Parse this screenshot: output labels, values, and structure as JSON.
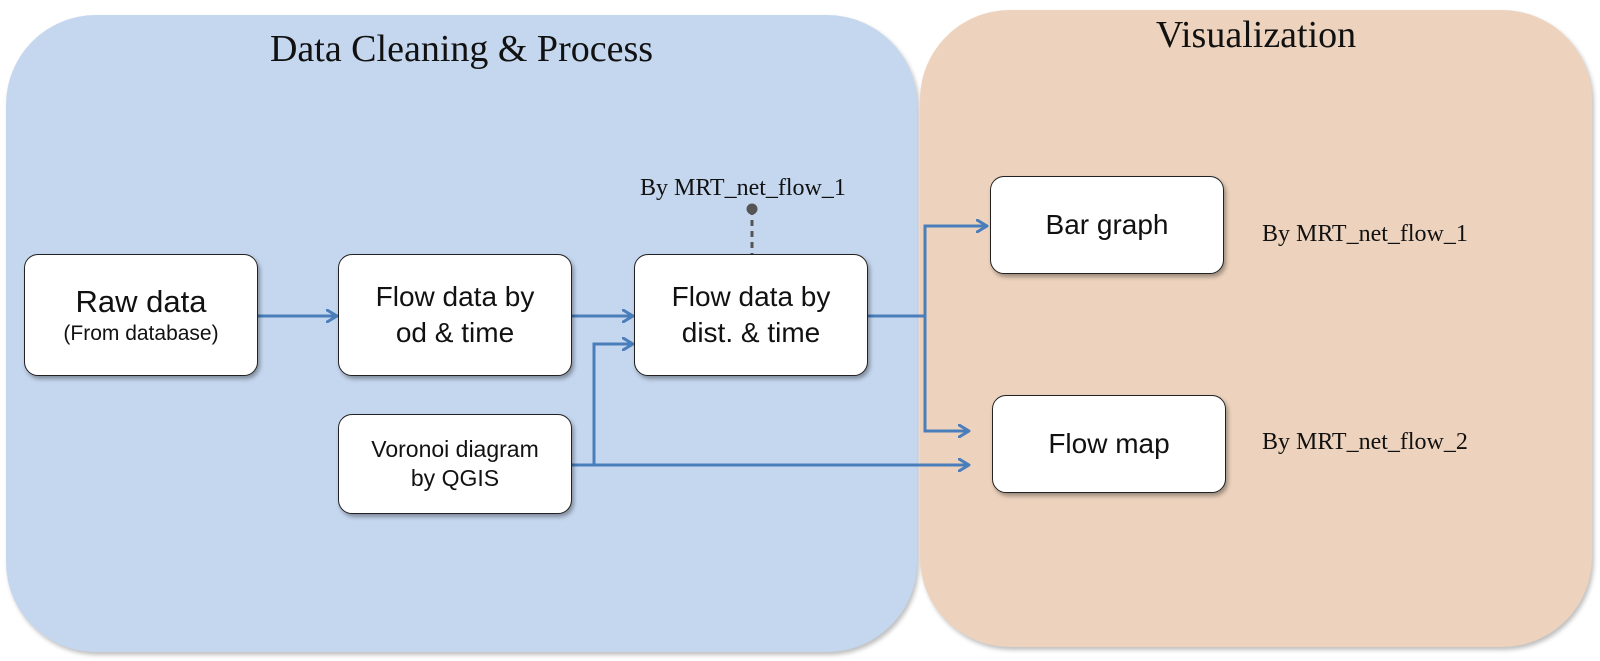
{
  "panels": {
    "cleaning": {
      "title": "Data Cleaning & Process",
      "color": "#c5d7ef"
    },
    "visualization": {
      "title": "Visualization",
      "color": "#edd3bd"
    }
  },
  "nodes": {
    "raw_data": {
      "line1": "Raw data",
      "line2": "(From database)"
    },
    "flow_od_time": {
      "line1": "Flow data by",
      "line2": "od & time"
    },
    "flow_dist_time": {
      "line1": "Flow data by",
      "line2": "dist. & time"
    },
    "voronoi": {
      "line1": "Voronoi diagram",
      "line2": "by QGIS"
    },
    "bar_graph": {
      "label": "Bar graph"
    },
    "flow_map": {
      "label": "Flow map"
    }
  },
  "annotations": {
    "dist_time_method": "By MRT_net_flow_1",
    "bar_graph_method": "By MRT_net_flow_1",
    "flow_map_method": "By MRT_net_flow_2"
  },
  "colors": {
    "arrow": "#4a7ebb",
    "dashed": "#555555"
  }
}
